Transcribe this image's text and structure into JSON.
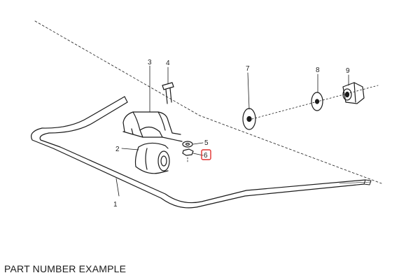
{
  "caption": "PART NUMBER EXAMPLE",
  "callouts": {
    "p1": "1",
    "p2": "2",
    "p3": "3",
    "p4": "4",
    "p5": "5",
    "p6": "6",
    "p7": "7",
    "p8": "8",
    "p9": "9"
  },
  "highlighted_part": "6",
  "colors": {
    "line": "#1a1a1a",
    "highlight": "#e0312e",
    "background": "#ffffff"
  }
}
